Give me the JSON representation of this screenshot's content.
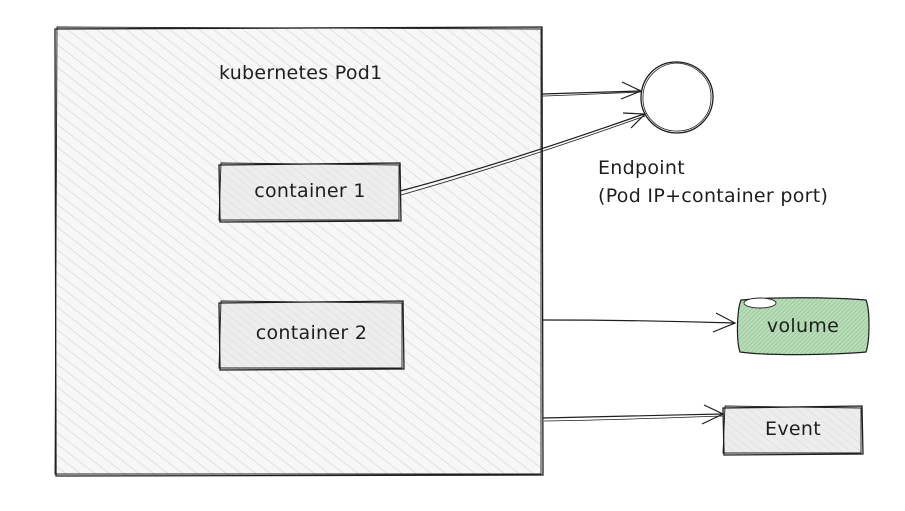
{
  "pod": {
    "title": "kubernetes Pod1",
    "containers": [
      {
        "label": "container 1"
      },
      {
        "label": "container 2"
      }
    ]
  },
  "endpoint": {
    "title": "Endpoint",
    "subtitle": "(Pod IP+container port)"
  },
  "volume": {
    "label": "volume"
  },
  "event": {
    "label": "Event"
  },
  "colors": {
    "stroke": "#1e1e1e",
    "pod_hatch": "#c9c9c9",
    "box_fill": "#ececec",
    "volume_fill": "#b2d8b2",
    "volume_hatch": "#6faa6f"
  }
}
